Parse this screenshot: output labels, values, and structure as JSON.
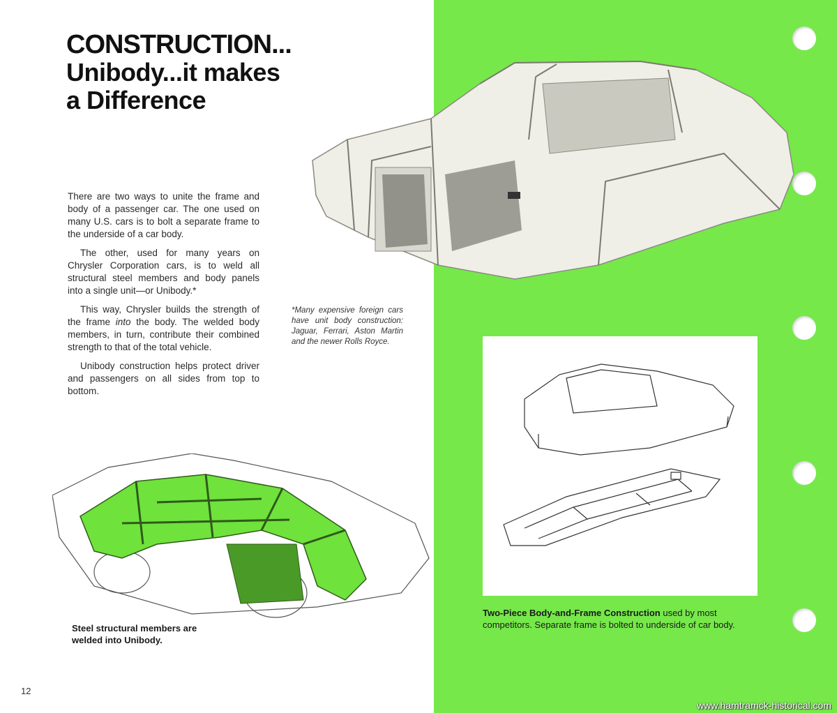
{
  "title": {
    "line1": "CONSTRUCTION...",
    "line2": "Unibody...it makes",
    "line3": "a Difference"
  },
  "body": {
    "p1": "There are two ways to unite the frame and body of a passenger car. The one used on many U.S. cars is to bolt a separate frame to the underside of a car body.",
    "p2": "The other, used for many years on Chrysler Corporation cars, is to weld all structural steel members and body panels into a single unit—or Unibody.*",
    "p3_before": "This way, Chrysler builds the strength of the frame ",
    "p3_em": "into",
    "p3_after": " the body. The welded body members, in turn, contribute their combined strength to that of the total vehicle.",
    "p4": "Unibody construction helps protect driver and passengers on all sides from top to bottom."
  },
  "footnote": "*Many expensive foreign cars have unit body construction: Jaguar, Ferrari, Aston Martin and the newer Rolls Royce.",
  "captions": {
    "left": "Steel structural members are welded into Unibody.",
    "right_bold": "Two-Piece Body-and-Frame Construction",
    "right_rest": " used by most competitors. Separate frame is bolted to underside of car body."
  },
  "page_number": "12",
  "watermark": "www.hamtramck-historical.com",
  "colors": {
    "panel_green": "#76e84a",
    "frame_green": "#6fe23c"
  }
}
